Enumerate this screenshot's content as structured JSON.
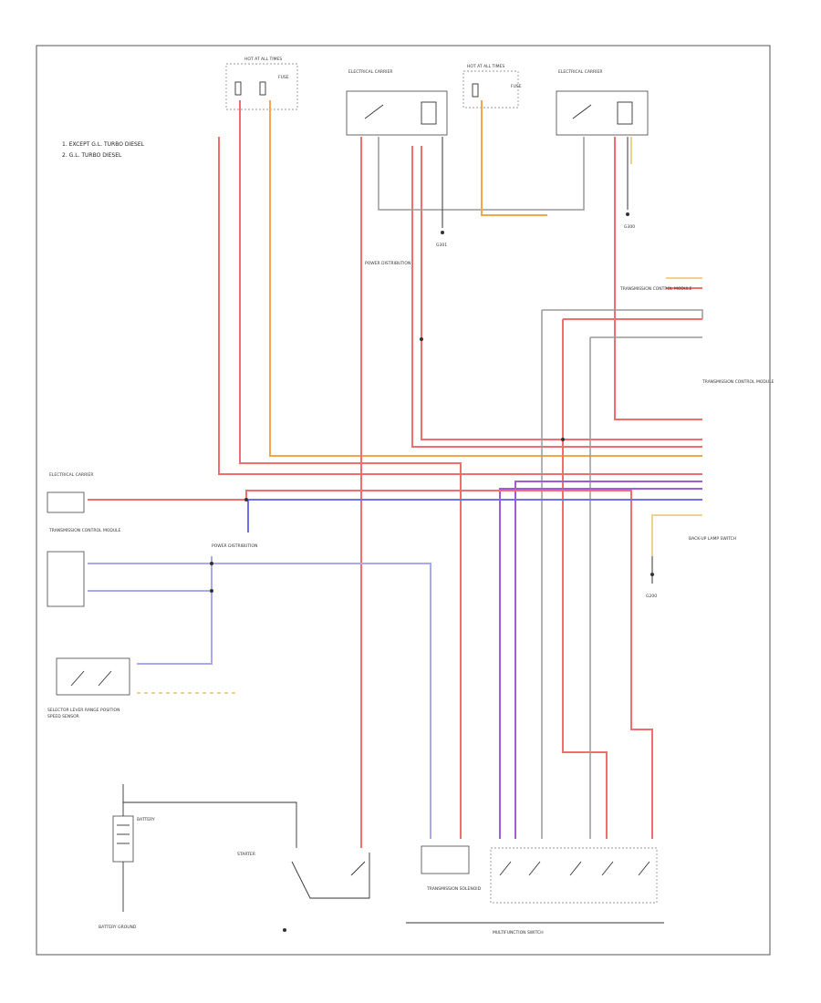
{
  "legend": {
    "item_1": "1. EXCEPT G.L. TURBO DIESEL",
    "item_2": "2. G.L. TURBO DIESEL"
  },
  "components": {
    "hot_at_all_times_left": "HOT AT ALL TIMES",
    "fuse_label_left": "FUSE",
    "relay_panel_left": "ELECTRICAL CARRIER",
    "hot_at_all_times_right": "HOT AT ALL TIMES",
    "fuse_label_right": "FUSE",
    "relay_panel_right": "ELECTRICAL CARRIER",
    "power_dist_top": "POWER DISTRIBUTION",
    "ground_top_mid": "G301",
    "ground_right": "G300",
    "selector_lever_module": "SELECTOR LEVER RANGE POSITION",
    "trans_control_module": "TRANSMISSION CONTROL MODULE",
    "elec_carrier_left": "ELECTRICAL CARRIER",
    "speed_sensor": "SPEED SENSOR",
    "power_dist_mid": "POWER DISTRIBUTION",
    "starter_label": "STARTER",
    "battery_label": "BATTERY",
    "ground_battery": "BATTERY GROUND",
    "multifunction_switch": "MULTIFUNCTION SWITCH",
    "transmission_solenoid": "TRANSMISSION SOLENOID",
    "tcm_right_top": "TRANSMISSION CONTROL MODULE",
    "tcm_right_bottom": "TRANSMISSION CONTROL MODULE",
    "back_up_lamp": "BACK-UP LAMP SWITCH",
    "ground_tcm": "G200"
  },
  "wire_colors": {
    "red": "#f26d6d",
    "orange": "#f5a64a",
    "blue": "#6f6ff0",
    "light_blue": "#a9a9f2",
    "purple": "#a25ad6",
    "gray": "#9a9a9a",
    "yellow": "#e8c46a",
    "black": "#555555"
  }
}
